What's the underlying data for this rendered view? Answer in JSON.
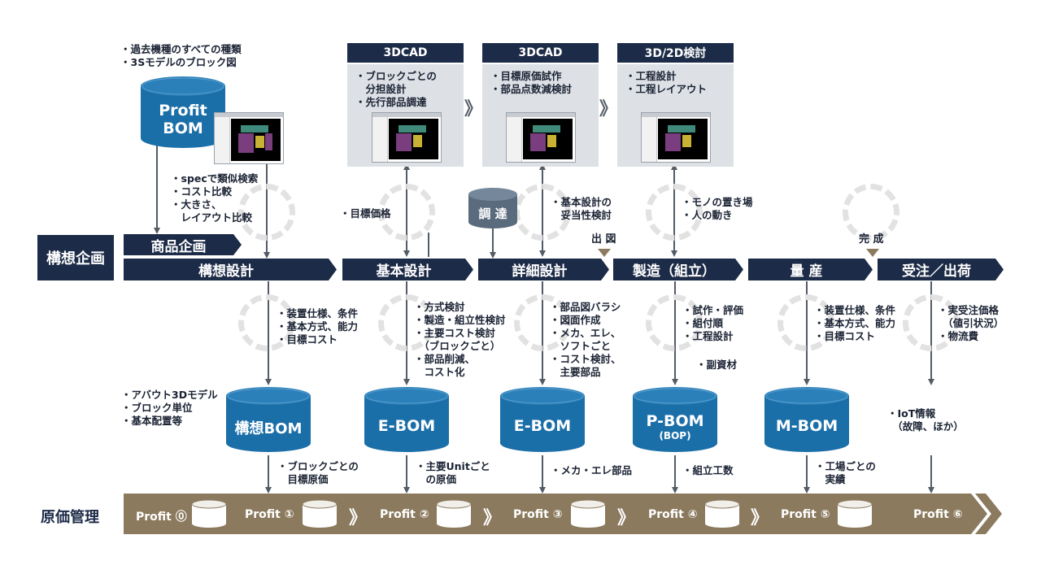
{
  "left_labels": {
    "concept": "構想企画",
    "cost_mgmt": "原価管理"
  },
  "profit_bom": {
    "notes": [
      "・過去機種のすべての種類",
      "・3Sモデルのブロック図"
    ],
    "line1": "Profit",
    "line2": "BOM",
    "search_notes": [
      "・specで類似検索",
      "・コスト比較",
      "・大きさ、",
      "　レイアウト比較"
    ]
  },
  "tools": [
    {
      "title": "3DCAD",
      "items": [
        "・ブロックごとの",
        "　分担設計",
        "・先行部品調達"
      ]
    },
    {
      "title": "3DCAD",
      "items": [
        "・目標原価試作",
        "・部品点数減検討"
      ]
    },
    {
      "title": "3D/2D検討",
      "items": [
        "・工程設計",
        "・工程レイアウト"
      ]
    }
  ],
  "upper_notes": {
    "target_price": "・目標価格",
    "procurement": "調 達",
    "basic_validity": [
      "・基本設計の",
      "　妥当性検討"
    ],
    "placement": [
      "・モノの置き場",
      "・人の動き"
    ],
    "drawing_out": "出 図",
    "completion": "完 成"
  },
  "phases": {
    "product_planning": "商品企画",
    "concept_design": "構想設計",
    "basic_design": "基本設計",
    "detail_design": "詳細設計",
    "manufacturing": "製造（組立）",
    "mass_production": "量 産",
    "order_shipping": "受注／出荷"
  },
  "lower_notes": {
    "concept": [
      "・装置仕様、条件",
      "・基本方式、能力",
      "・目標コスト"
    ],
    "basic": [
      "・方式検討",
      "・製造・組立性検討",
      "・主要コスト検討",
      "　（ブロックごと）",
      "・部品削減、",
      "　コスト化"
    ],
    "detail": [
      "・部品図バラシ",
      "・図面作成",
      "・メカ、エレ、",
      "　ソフトごと",
      "・コスト検討、",
      "　主要部品"
    ],
    "mfg": [
      "・試作・評価",
      "・組付順",
      "・工程設計"
    ],
    "mfg_sub": "・副資材",
    "mass": [
      "・装置仕様、条件",
      "・基本方式、能力",
      "・目標コスト"
    ],
    "order": [
      "・実受注価格",
      "　（値引状況）",
      "・物流費"
    ],
    "about3d": [
      "・アバウト3Dモデル",
      "・ブロック単位",
      "・基本配置等"
    ],
    "iot": [
      "・IoT情報",
      "　（故障、ほか）"
    ]
  },
  "boms": [
    {
      "label": "構想BOM",
      "sub": ""
    },
    {
      "label": "E-BOM",
      "sub": ""
    },
    {
      "label": "E-BOM",
      "sub": ""
    },
    {
      "label": "P-BOM",
      "sub": "(BOP)"
    },
    {
      "label": "M-BOM",
      "sub": ""
    }
  ],
  "cost_notes": {
    "c1": [
      "・ブロックごとの",
      "　目標原価"
    ],
    "c2": [
      "・主要Unitごと",
      "　の原価"
    ],
    "c3": "・メカ・エレ部品",
    "c4": "・組立工数",
    "c5": [
      "・工場ごとの",
      "　実績"
    ]
  },
  "profits": [
    "Profit ⓪",
    "Profit ①",
    "Profit ②",
    "Profit ③",
    "Profit ④",
    "Profit ⑤",
    "Profit ⑥"
  ],
  "chevron_glyph": "》",
  "colors": {
    "navy": "#1c2b47",
    "bom_blue": "#1b6fa8",
    "profit_band": "#8b7a5e",
    "arrow": "#535b66",
    "tool_bg": "#dde1e6"
  }
}
